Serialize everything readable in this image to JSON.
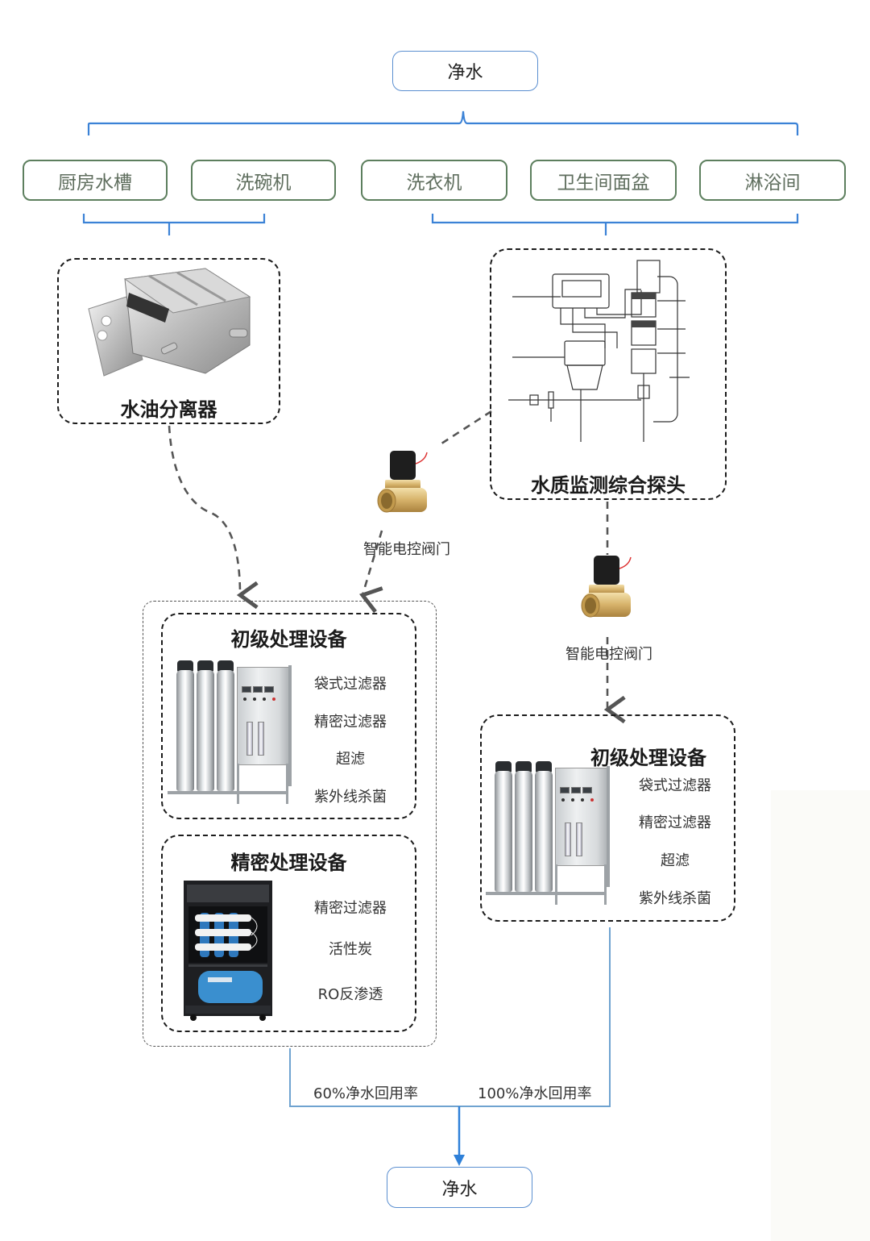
{
  "top_node": {
    "label": "净水"
  },
  "sources": [
    {
      "label": "厨房水槽"
    },
    {
      "label": "洗碗机"
    },
    {
      "label": "洗衣机"
    },
    {
      "label": "卫生间面盆"
    },
    {
      "label": "淋浴间"
    }
  ],
  "oil_separator": {
    "label": "水油分离器",
    "image": "oil-water-separator-photo"
  },
  "water_probe": {
    "label": "水质监测综合探头",
    "image": "water-quality-probe-schematic"
  },
  "valves": [
    {
      "label": "智能电控阀门"
    },
    {
      "label": "智能电控阀门"
    }
  ],
  "left_group": {
    "primary": {
      "title": "初级处理设备",
      "features": [
        "袋式过滤器",
        "精密过滤器",
        "超滤",
        "紫外线杀菌"
      ]
    },
    "precision": {
      "title": "精密处理设备",
      "features": [
        "精密过滤器",
        "活性炭",
        "RO反渗透"
      ]
    }
  },
  "right_group": {
    "primary": {
      "title": "初级处理设备",
      "features": [
        "袋式过滤器",
        "精密过滤器",
        "超滤",
        "紫外线杀菌"
      ]
    }
  },
  "recovery": {
    "left_rate": "60%净水回用率",
    "right_rate": "100%净水回用率"
  },
  "bottom_node": {
    "label": "净水"
  },
  "colors": {
    "bracket_blue": "#3b82d6",
    "flow_blue": "#6fa3d0",
    "source_green": "#5d7f5e",
    "dash_black": "#1c1c1c"
  }
}
